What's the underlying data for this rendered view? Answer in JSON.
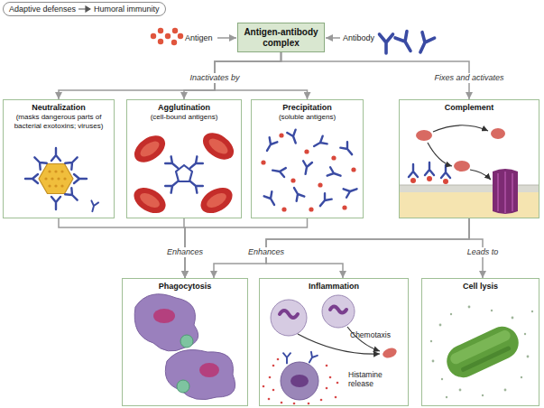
{
  "diagram": {
    "nodes": [
      {
        "text": [
          "Adaptive defenses",
          "Humoral immunity"
        ]
      },
      {
        "text": [
          "Antigen-antibody complex"
        ]
      },
      {
        "text": [
          "Neutralization",
          "(masks dangerous parts of bacterial exotoxins; viruses)"
        ]
      },
      {
        "text": [
          "Agglutination",
          "(cell-bound antigens)"
        ]
      },
      {
        "text": [
          "Precipitation",
          "(soluble antigens)"
        ]
      },
      {
        "text": [
          "Complement"
        ]
      },
      {
        "text": [
          "Phagocytosis"
        ]
      },
      {
        "text": [
          "Inflammation"
        ]
      },
      {
        "text": [
          "Cell lysis"
        ]
      }
    ],
    "edges": [
      {
        "from": 1,
        "to": 2,
        "arrow": "to"
      },
      {
        "from": 1,
        "to": 3,
        "label": "Inactivates by",
        "arrow": "to"
      },
      {
        "from": 1,
        "to": 4,
        "arrow": "to"
      },
      {
        "from": 1,
        "to": 5,
        "label": "Fixes and activates",
        "arrow": "to"
      },
      {
        "from": 2,
        "to": 6,
        "arrow": "to"
      },
      {
        "from": 3,
        "to": 6,
        "label": "Enhances",
        "arrow": "to"
      },
      {
        "from": 4,
        "to": 6,
        "arrow": "to"
      },
      {
        "from": 5,
        "to": 6,
        "label": "Enhances",
        "arrow": "to"
      },
      {
        "from": 5,
        "to": 7,
        "arrow": "to"
      },
      {
        "from": 5,
        "to": 8,
        "label": "Leads to",
        "arrow": "to"
      }
    ],
    "labels": [
      "Antigen",
      "Antibody",
      "Chemotaxis",
      "Histamine release"
    ]
  }
}
